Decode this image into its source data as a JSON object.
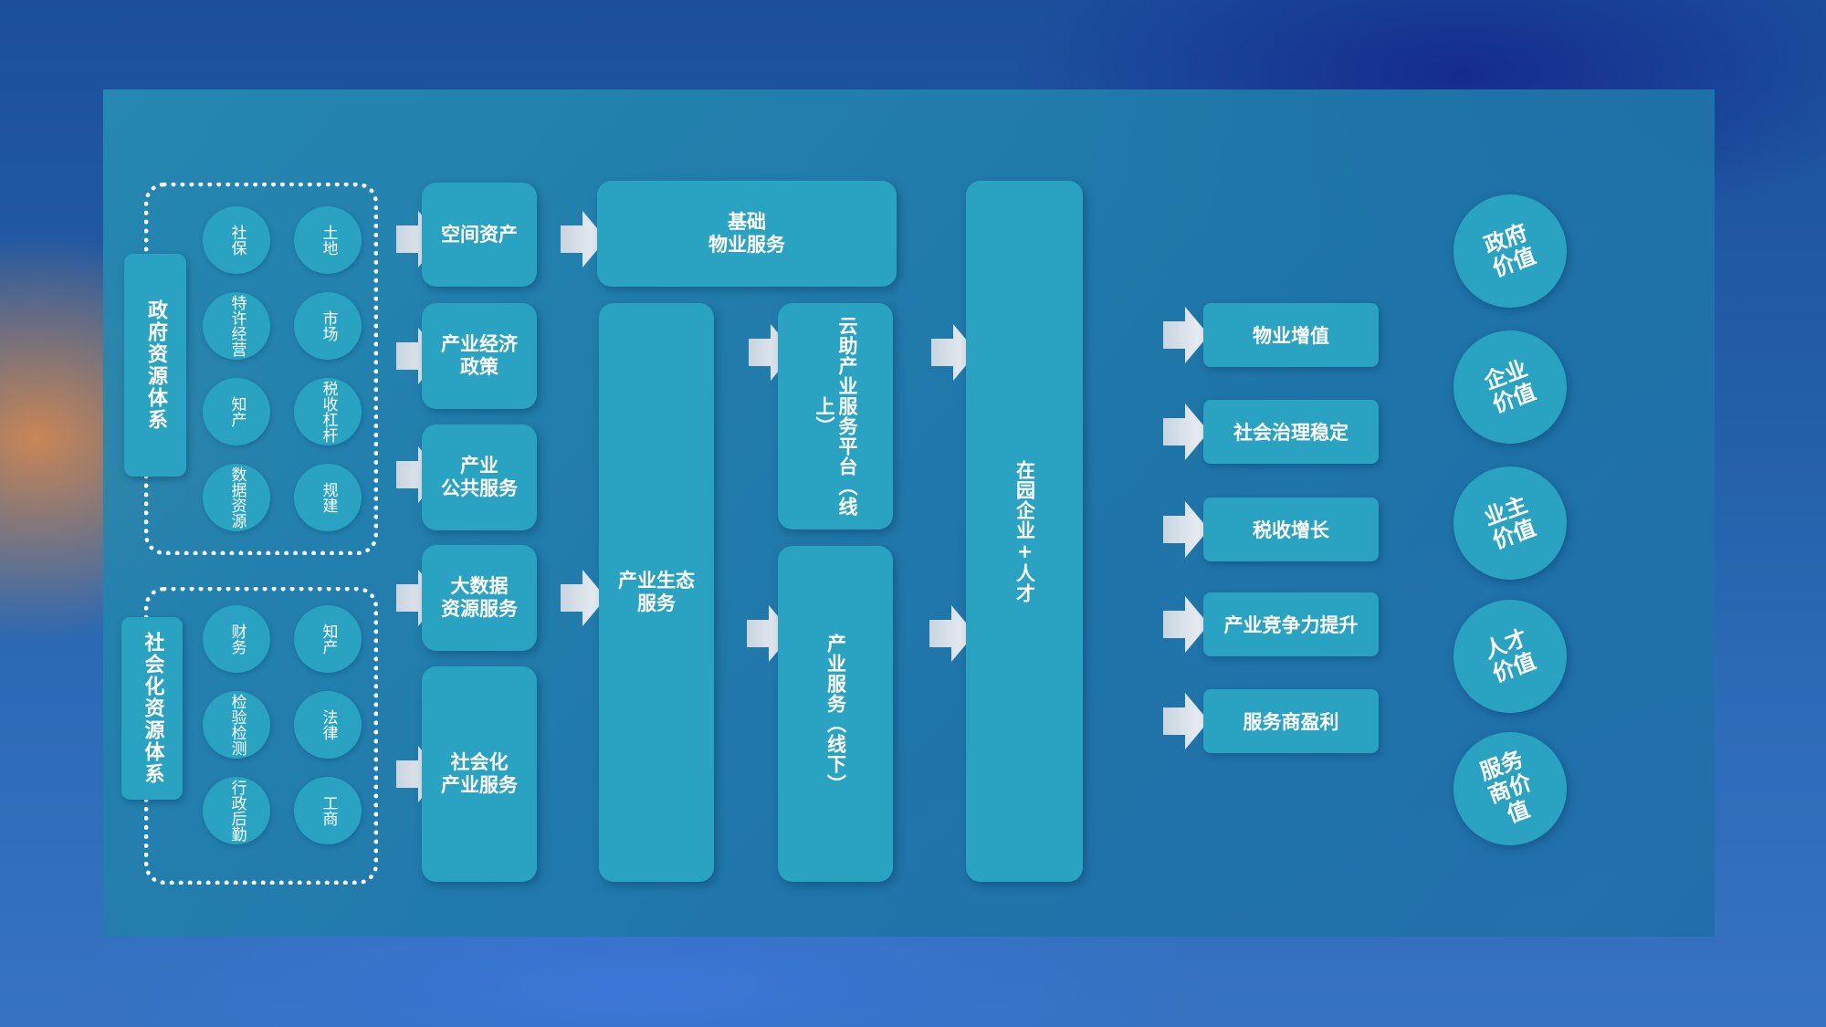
{
  "government": {
    "label": "政府资源体系",
    "items": [
      "社保",
      "土地",
      "特许经营",
      "市场",
      "知产",
      "税收杠杆",
      "数据资源",
      "规建"
    ]
  },
  "social": {
    "label": "社会化资源体系",
    "items": [
      "财务",
      "知产",
      "检验检测",
      "法律",
      "行政后勤",
      "工商"
    ]
  },
  "services": {
    "space_assets": "空间资产",
    "industry_policy": "产业经济\n政策",
    "public_service": "产业\n公共服务",
    "big_data": "大数据\n资源服务",
    "social_service": "社会化\n产业服务"
  },
  "middle": {
    "property_service": "基础\n物业服务",
    "ecosystem": "产业生态\n服务",
    "online_platform": "云助产业服务平台（线上）",
    "offline_service": "产业服务（线下）"
  },
  "center": {
    "label": "在园企业+人才"
  },
  "results": [
    "物业增值",
    "社会治理稳定",
    "税收增长",
    "产业竞争力提升",
    "服务商盈利"
  ],
  "values": [
    "政府\n价值",
    "企业\n价值",
    "业主\n价值",
    "人才\n价值",
    "服务\n商价\n值"
  ],
  "colors": {
    "box": "#2aa3c2",
    "arrow": "#dfe6ee",
    "panel": "#268cb2"
  }
}
